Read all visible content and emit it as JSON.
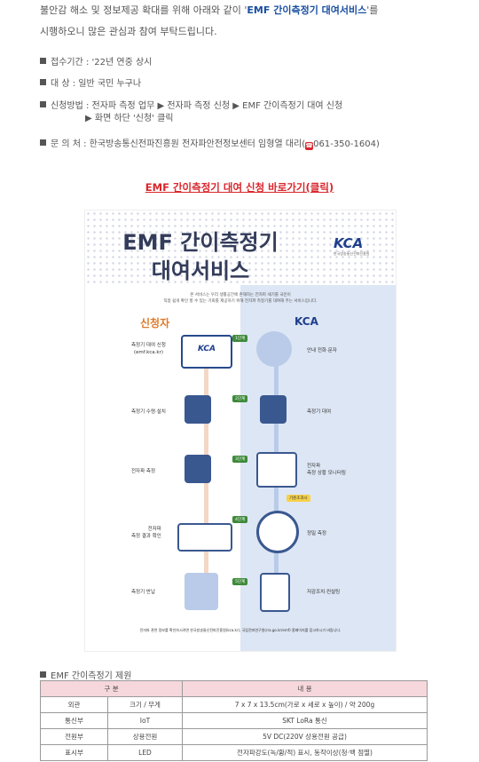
{
  "intro": {
    "line1_a": "불안감 해소 및 정보제공 확대를 위해 아래와 같이 '",
    "line1_b": "EMF 간이측정기 대여서비스",
    "line1_c": "'를",
    "line2": "시행하오니 많은 관심과 참여 부탁드립니다."
  },
  "info": {
    "period": "접수기간 : '22년 연중 상시",
    "target": "대      상 : 일반 국민 누구나",
    "method_1": "신청방법 :  전자파 측정 업무 ▶ 전자파 측정 신청  ▶ EMF 간이측정기 대여 신청",
    "method_2": "▶ 화면 하단 '신청' 클릭",
    "contact_a": "문  의  처 : 한국방송통신전파진흥원 전자파안전정보센터 임형열 대리(",
    "contact_b": "061-350-1604)"
  },
  "apply_link": "EMF 간이측정기 대여 신청 바로가기(클릭)",
  "poster": {
    "title1": "EMF 간이측정기",
    "title2": "대여서비스",
    "kca": "KCA",
    "kca_sub": "한국방송통신전파진흥원",
    "intro1": "본 서비스는 우리 생활공간에 존재하는 전자파 세기를 국민이",
    "intro2": "직접 쉽게 확인 할 수 있는 기회를 제공하기 위해 전자파 측정기를 대여해 주는 서비스입니다.",
    "col_left": "신청자",
    "col_right": "KCA",
    "steps": [
      "1단계",
      "2단계",
      "3단계",
      "4단계",
      "5단계"
    ],
    "left_labels": [
      "측정기 대여 신청\n(emf.kca.kr)",
      "측정기 수령·설치",
      "전자파 측정",
      "전자파\n측정 결과 확인",
      "측정기 반납"
    ],
    "right_labels": [
      "안내 전화·문자",
      "측정기 대여",
      "전자파\n측정 상황 모니터링",
      "정밀 측정",
      "저감조치·컨설팅"
    ],
    "badge": "기준초과시",
    "footnote": "전자파 관련 정보를 확인하시려면 한국방송통신전파진흥원(kca.kr), 국립전파연구원(rra.go.kr/emf) 홈페이지를 참고하시기 바랍니다."
  },
  "spec": {
    "heading": "EMF 간이측정기 제원",
    "col1": "구 분",
    "col2": "내 용",
    "rows": [
      {
        "a": "외관",
        "b": "크기 / 무게",
        "c": "7 x 7 x 13.5cm(가로 x 세로 x 높이) / 약 200g"
      },
      {
        "a": "통신부",
        "b": "IoT",
        "c": "SKT LoRa 통신"
      },
      {
        "a": "전원부",
        "b": "상용전원",
        "c": "5V DC(220V 상용전원 공급)"
      },
      {
        "a": "표시부",
        "b": "LED",
        "c": "전자파강도(녹/황/적) 표시, 동작이상(청·백 점멸)"
      }
    ]
  },
  "colors": {
    "accent": "#1a4fa0",
    "link": "#d9262c",
    "header_bg": "#f6d7dc"
  }
}
